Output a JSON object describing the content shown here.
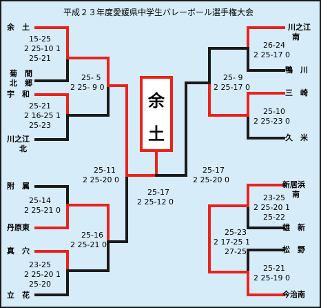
{
  "title": "平成２３年度愛媛県中学生バレーボール選手権大会",
  "champion": [
    "余",
    "土"
  ],
  "teams": {
    "t1": "余　土",
    "t2a": "菊　間",
    "t2b": "北　郷",
    "t3": "宇　和",
    "t4a": "川之江",
    "t4b": "北",
    "t5": "附　属",
    "t6": "丹原東",
    "t7": "真　穴",
    "t8": "立　花",
    "r1a": "川之江",
    "r1b": "南",
    "r2": "鴨　川",
    "r3": "三　崎",
    "r4": "久　米",
    "r5a": "新居浜",
    "r5b": "南",
    "r6": "雄　新",
    "r7": "松　野",
    "r8": "今治南"
  },
  "scores": {
    "l1": [
      "15-25",
      "2 25-10 1",
      "25-21"
    ],
    "l2": [
      "25-21",
      "2 16-25 1",
      "25-23"
    ],
    "l3": [
      "25-14",
      "2 25-21 0"
    ],
    "l4": [
      "23-25",
      "2 25-20 1",
      "25-20"
    ],
    "l12": [
      "25- 5",
      "2 25- 9 0"
    ],
    "l34": [
      "25-16",
      "2 25-21 0"
    ],
    "lsemi": [
      "25-11",
      "2 25-20 0"
    ],
    "final": [
      "25-17",
      "2 25-12 0"
    ],
    "rsemi": [
      "25-17",
      "2 25-20 0"
    ],
    "r12": [
      "25- 9",
      "2 25-17 0"
    ],
    "r34": [
      "25-23",
      "2 17-25 1",
      "27-25"
    ],
    "r1": [
      "26-24",
      "2 25-17 0"
    ],
    "r2": [
      "25-10",
      "2 25-23 0"
    ],
    "r3": [
      "23-25",
      "2 25-20 1",
      "25-22"
    ],
    "r4": [
      "25-21",
      "2 25-19 0"
    ]
  },
  "colors": {
    "win": "#e8231e",
    "lose": "#1a1a1a",
    "bg": "#d6ecf8"
  }
}
